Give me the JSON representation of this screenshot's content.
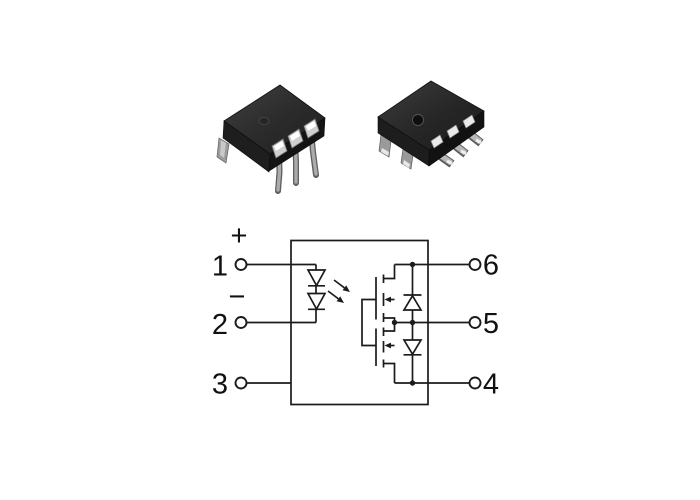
{
  "figure": {
    "background_color": "#ffffff",
    "line_color": "#1b1b1b"
  },
  "packages": {
    "left_photo_icon": "dip6-through-hole-package",
    "right_photo_icon": "smd6-gull-wing-package"
  },
  "schematic": {
    "polarity": {
      "positive": "+",
      "negative": "−"
    },
    "pins": {
      "left": [
        "1",
        "2",
        "3"
      ],
      "right": [
        "6",
        "5",
        "4"
      ]
    }
  }
}
